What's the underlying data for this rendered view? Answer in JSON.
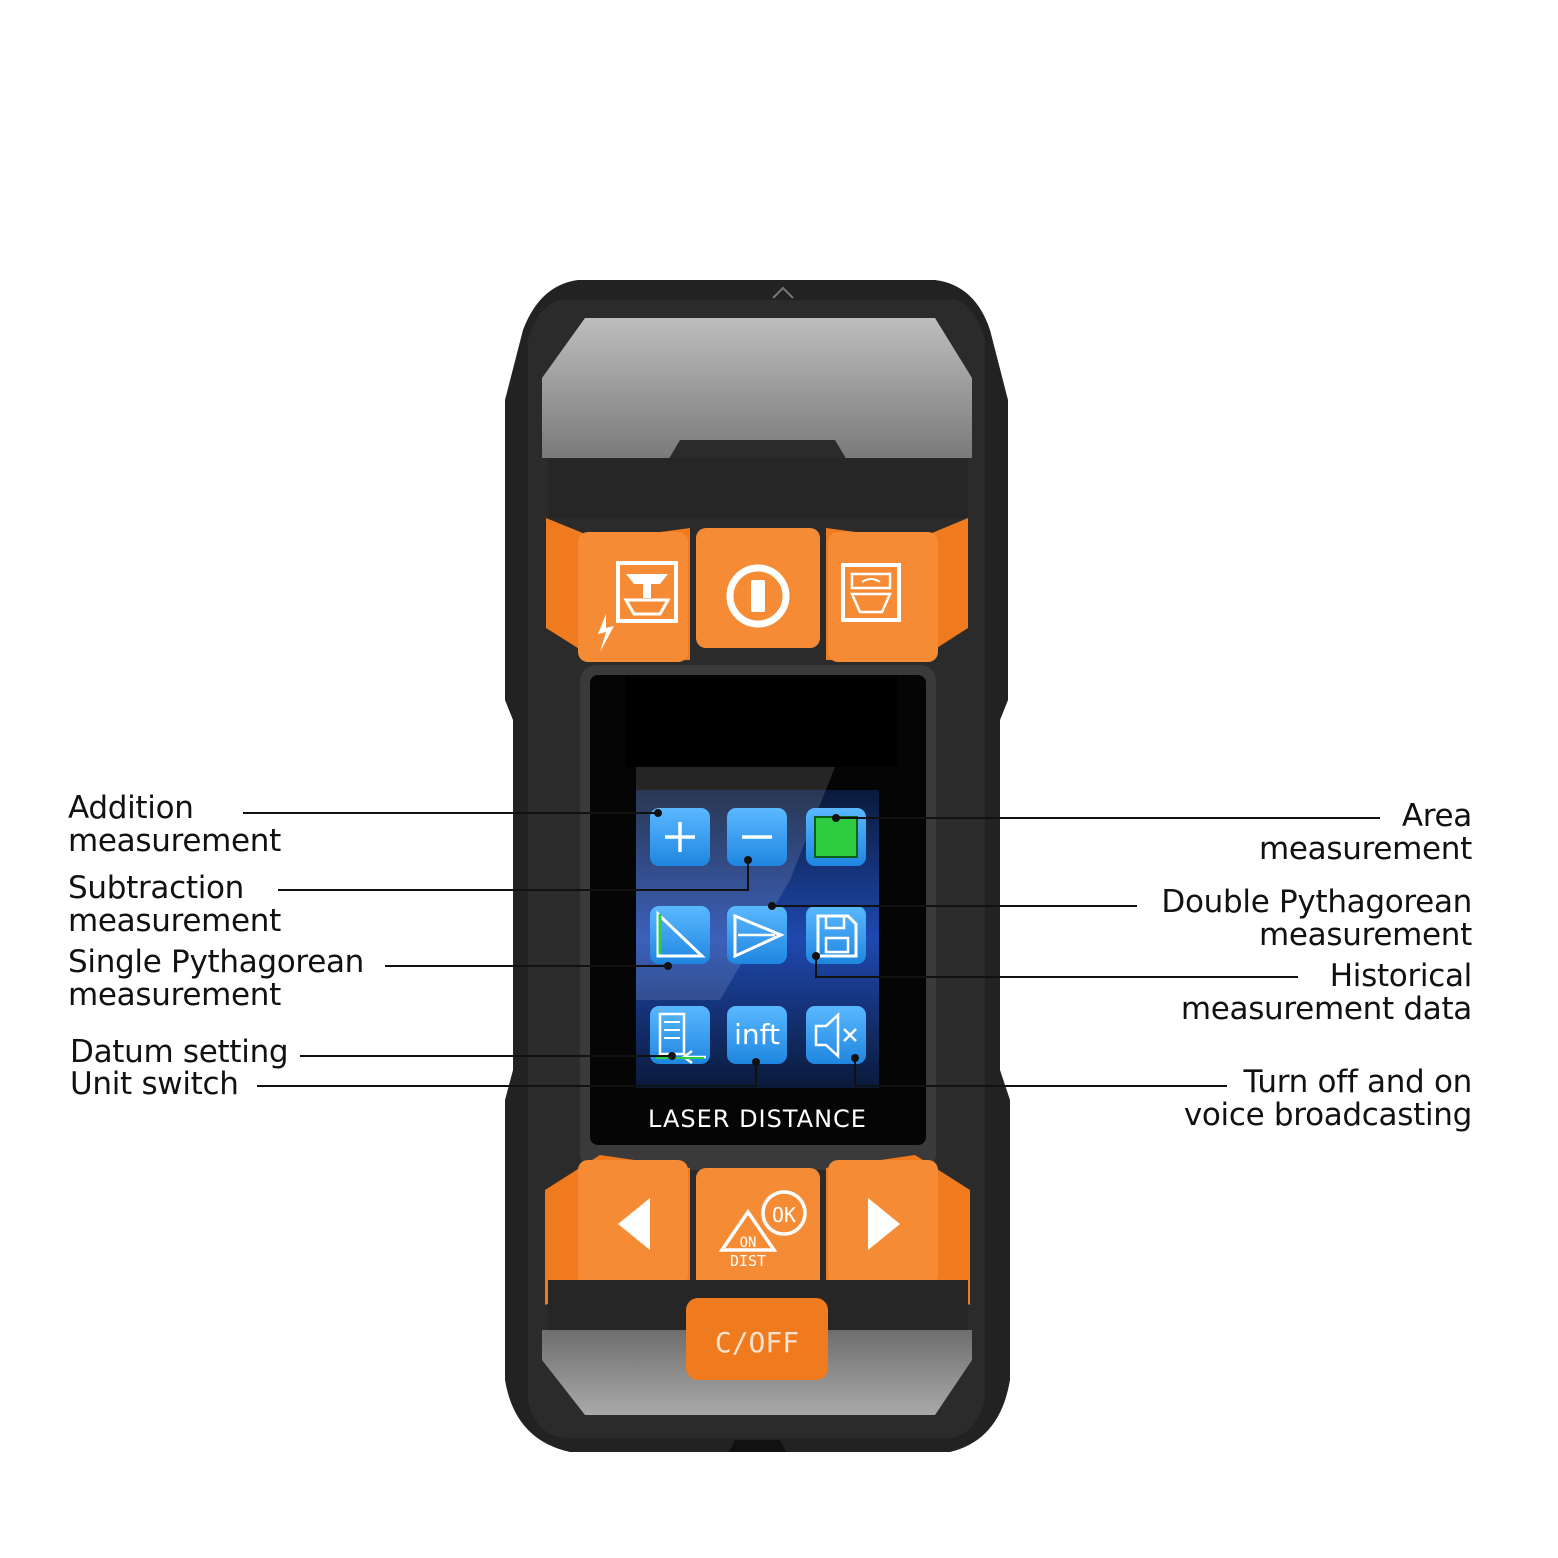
{
  "device": {
    "screen_title": "LASER DISTANCE",
    "ok_label": "OK",
    "on_label": "ON",
    "dist_label": "DIST",
    "off_label": "C/OFF",
    "inft_label": "inft"
  },
  "callouts": {
    "addition": [
      "Addition",
      "measurement"
    ],
    "subtraction": [
      "Subtraction",
      "measurement"
    ],
    "single_pythagorean": [
      "Single Pythagorean",
      "measurement"
    ],
    "datum": [
      "Datum setting"
    ],
    "unit": [
      "Unit switch"
    ],
    "area": [
      "Area",
      "measurement"
    ],
    "double_pythagorean": [
      "Double Pythagorean",
      "measurement"
    ],
    "history": [
      "Historical",
      "measurement data"
    ],
    "voice": [
      "Turn off and on",
      "voice broadcasting"
    ]
  },
  "colors": {
    "orange": "#f07a1e",
    "body": "#222222",
    "icon_blue": "#2f9df0",
    "area_green": "#2ecc40"
  }
}
